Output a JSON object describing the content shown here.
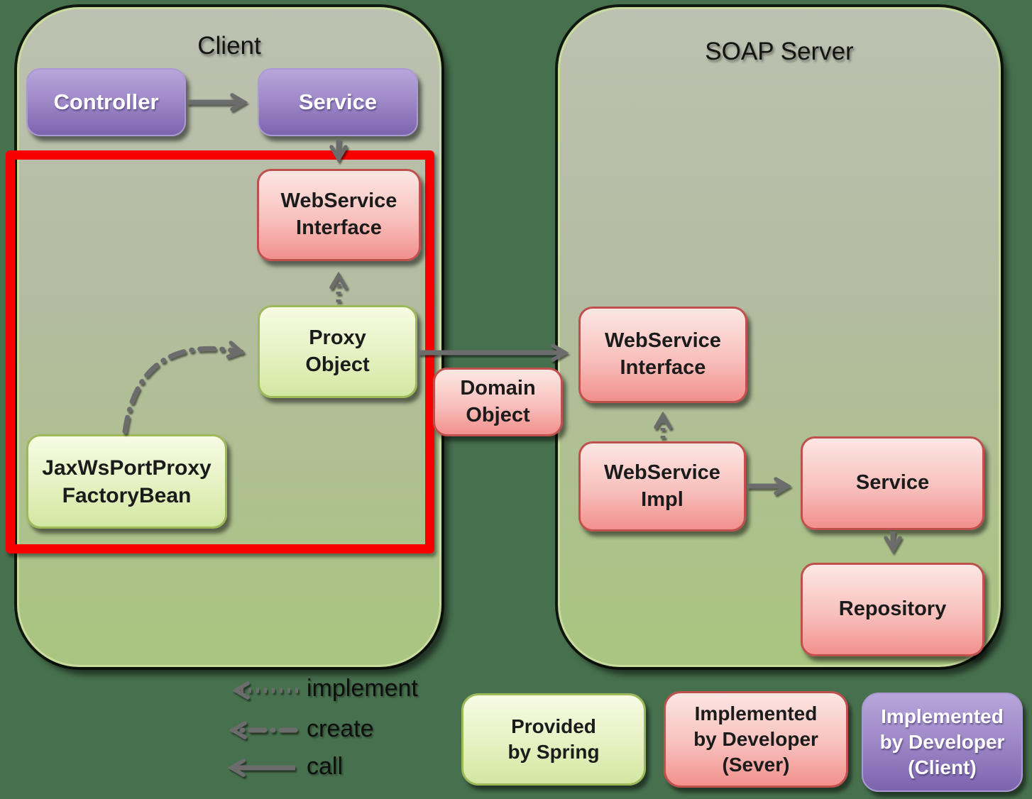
{
  "client": {
    "title": "Client",
    "boxes": {
      "controller": "Controller",
      "service": "Service",
      "webservice_interface": "WebService\nInterface",
      "proxy_object": "Proxy\nObject",
      "factory_bean": "JaxWsPortProxy\nFactoryBean"
    }
  },
  "server": {
    "title": "SOAP Server",
    "boxes": {
      "webservice_interface": "WebService\nInterface",
      "webservice_impl": "WebService\nImpl",
      "service": "Service",
      "repository": "Repository"
    }
  },
  "domain_object": {
    "label": "Domain\nObject"
  },
  "legend": {
    "arrows": [
      {
        "type": "dotted",
        "label": "implement"
      },
      {
        "type": "dash-dot",
        "label": "create"
      },
      {
        "type": "solid",
        "label": "call"
      }
    ],
    "boxes": [
      {
        "style": "spring-green",
        "label": "Provided\nby Spring"
      },
      {
        "style": "developer-pink",
        "label": "Implemented\nby Developer\n(Sever)"
      },
      {
        "style": "developer-purple",
        "label": "Implemented\nby Developer\n(Client)"
      }
    ]
  },
  "colors": {
    "background": "#47714E",
    "container_fill_top": "#BDC1B1",
    "container_fill_bottom": "#A9C57F",
    "container_border": "#CADC9D",
    "purple_top": "#B7A6DB",
    "purple_bottom": "#7C64AE",
    "pink_top": "#FCE7E4",
    "pink_bottom": "#F2908D",
    "pink_border": "#C0504D",
    "green_top": "#F7FBE3",
    "green_bottom": "#D2E7A2",
    "green_border": "#9DB959",
    "highlight_red": "#F70000",
    "arrow_gray": "#6C6C6C"
  }
}
